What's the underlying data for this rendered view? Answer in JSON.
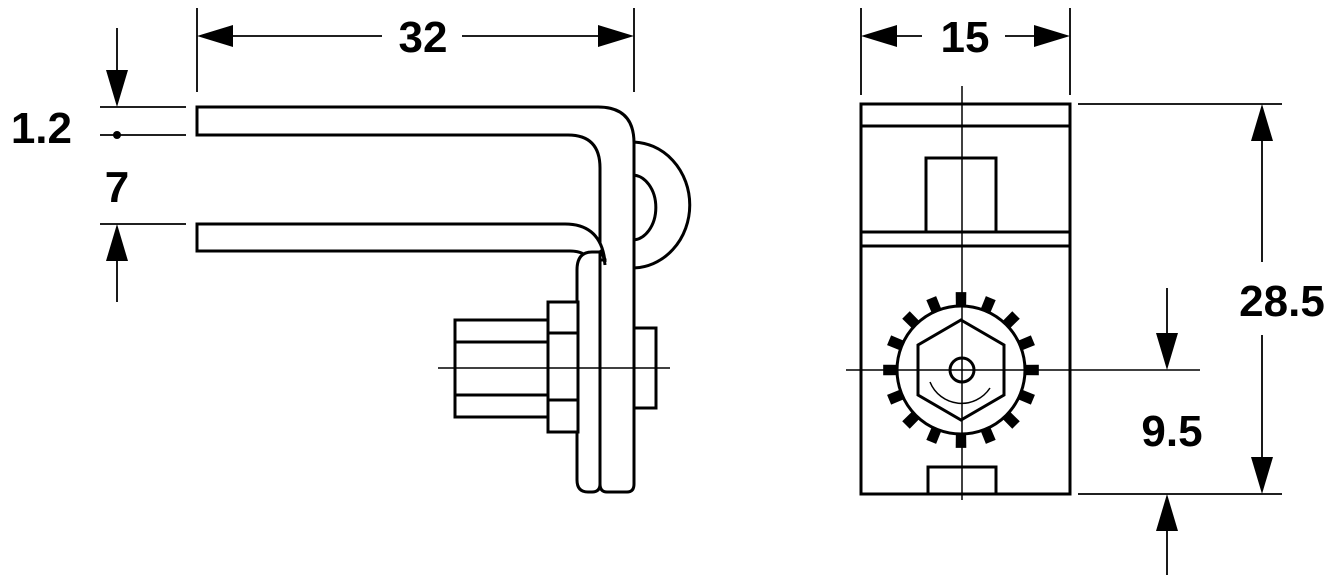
{
  "drawing": {
    "views": [
      "side-view",
      "front-view"
    ],
    "dimensions": {
      "width_side": "32",
      "thickness": "1.2",
      "gap": "7",
      "width_front": "15",
      "height": "28.5",
      "offset": "9.5"
    },
    "colors": {
      "line": "#000000",
      "background": "#ffffff"
    }
  }
}
